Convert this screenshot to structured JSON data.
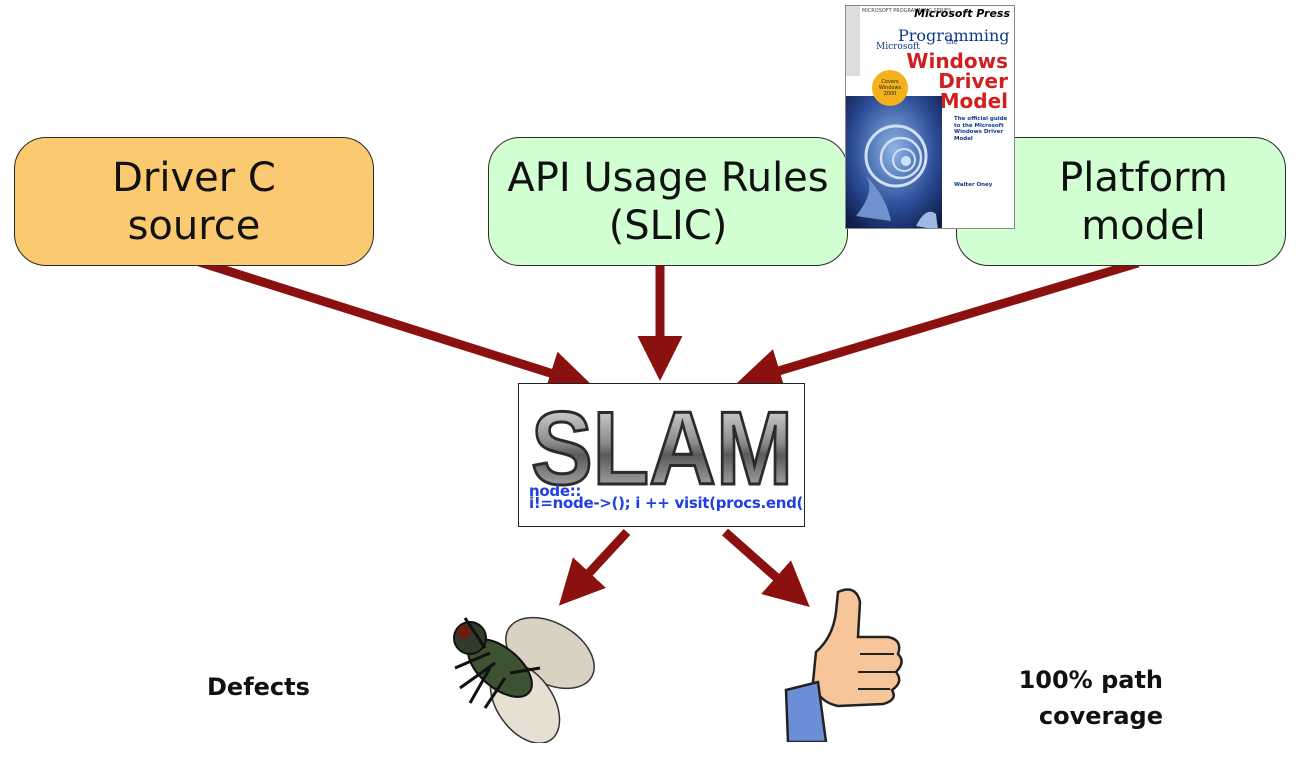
{
  "boxes": {
    "driver": {
      "line1": "Driver C",
      "line2": "source"
    },
    "api": {
      "line1": "API Usage Rules",
      "line2": "(SLIC)"
    },
    "platform": {
      "line1": "Platform",
      "line2": "model"
    }
  },
  "book": {
    "series": "MICROSOFT PROGRAMMING SERIES",
    "publisher": "Microsoft Press",
    "title_top": "Programming",
    "title_the": "the",
    "title_ms": "Microsoft",
    "title_main1": "Windows",
    "title_main2": "Driver",
    "title_main3": "Model",
    "badge": "Covers Windows 2000",
    "blurb": "The official guide to the Microsoft Windows Driver Model",
    "author": "Walter Oney"
  },
  "slam": {
    "logo_text": "SLAM",
    "code_line1": "i!=node->(); i ++ visit(procs.end() node){",
    "code_line2": "node::"
  },
  "outputs": {
    "defects": "Defects",
    "coverage_line1": "100% path",
    "coverage_line2": "coverage"
  },
  "colors": {
    "arrow": "#8b1010",
    "driver_box": "#fbc96f",
    "rule_box": "#d1ffd1"
  }
}
